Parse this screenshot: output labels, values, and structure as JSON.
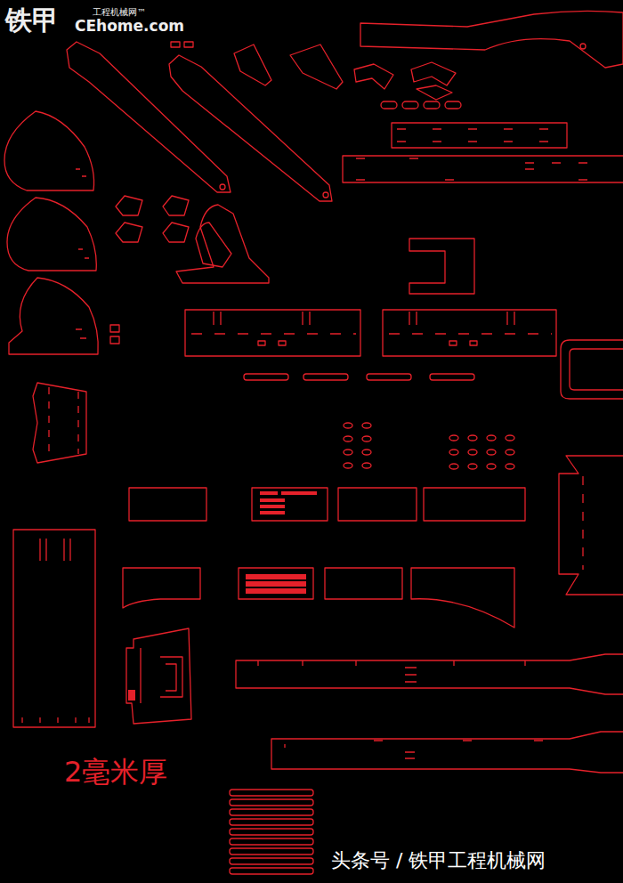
{
  "diagram": {
    "labels": [
      "铁甲",
      "工程机械网™",
      "CEhome.com",
      "2毫米厚",
      "头条号 / 铁甲工程机械网"
    ]
  }
}
